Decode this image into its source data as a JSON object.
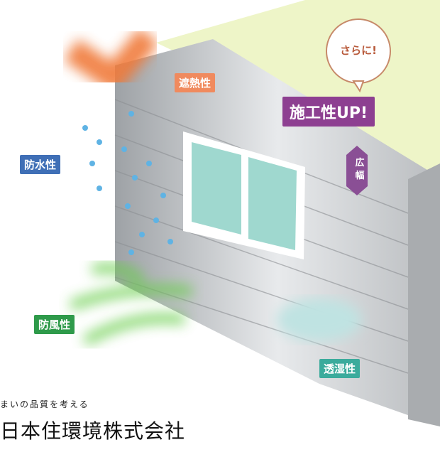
{
  "labels": {
    "heat_shield": "遮熱性",
    "waterproof": "防水性",
    "windproof": "防風性",
    "breathable": "透湿性",
    "wide": "広幅",
    "speech": "さらに!",
    "headline": "施工性UP!"
  },
  "footer": {
    "tagline": "まいの品質を考える",
    "company": "日本住環境株式会社"
  },
  "colors": {
    "heat": "#f08a5e",
    "water": "#3f6fb6",
    "wind": "#2e9a4a",
    "moist": "#3bab9c",
    "headline": "#8d3f91",
    "background": "#eef5c8"
  }
}
